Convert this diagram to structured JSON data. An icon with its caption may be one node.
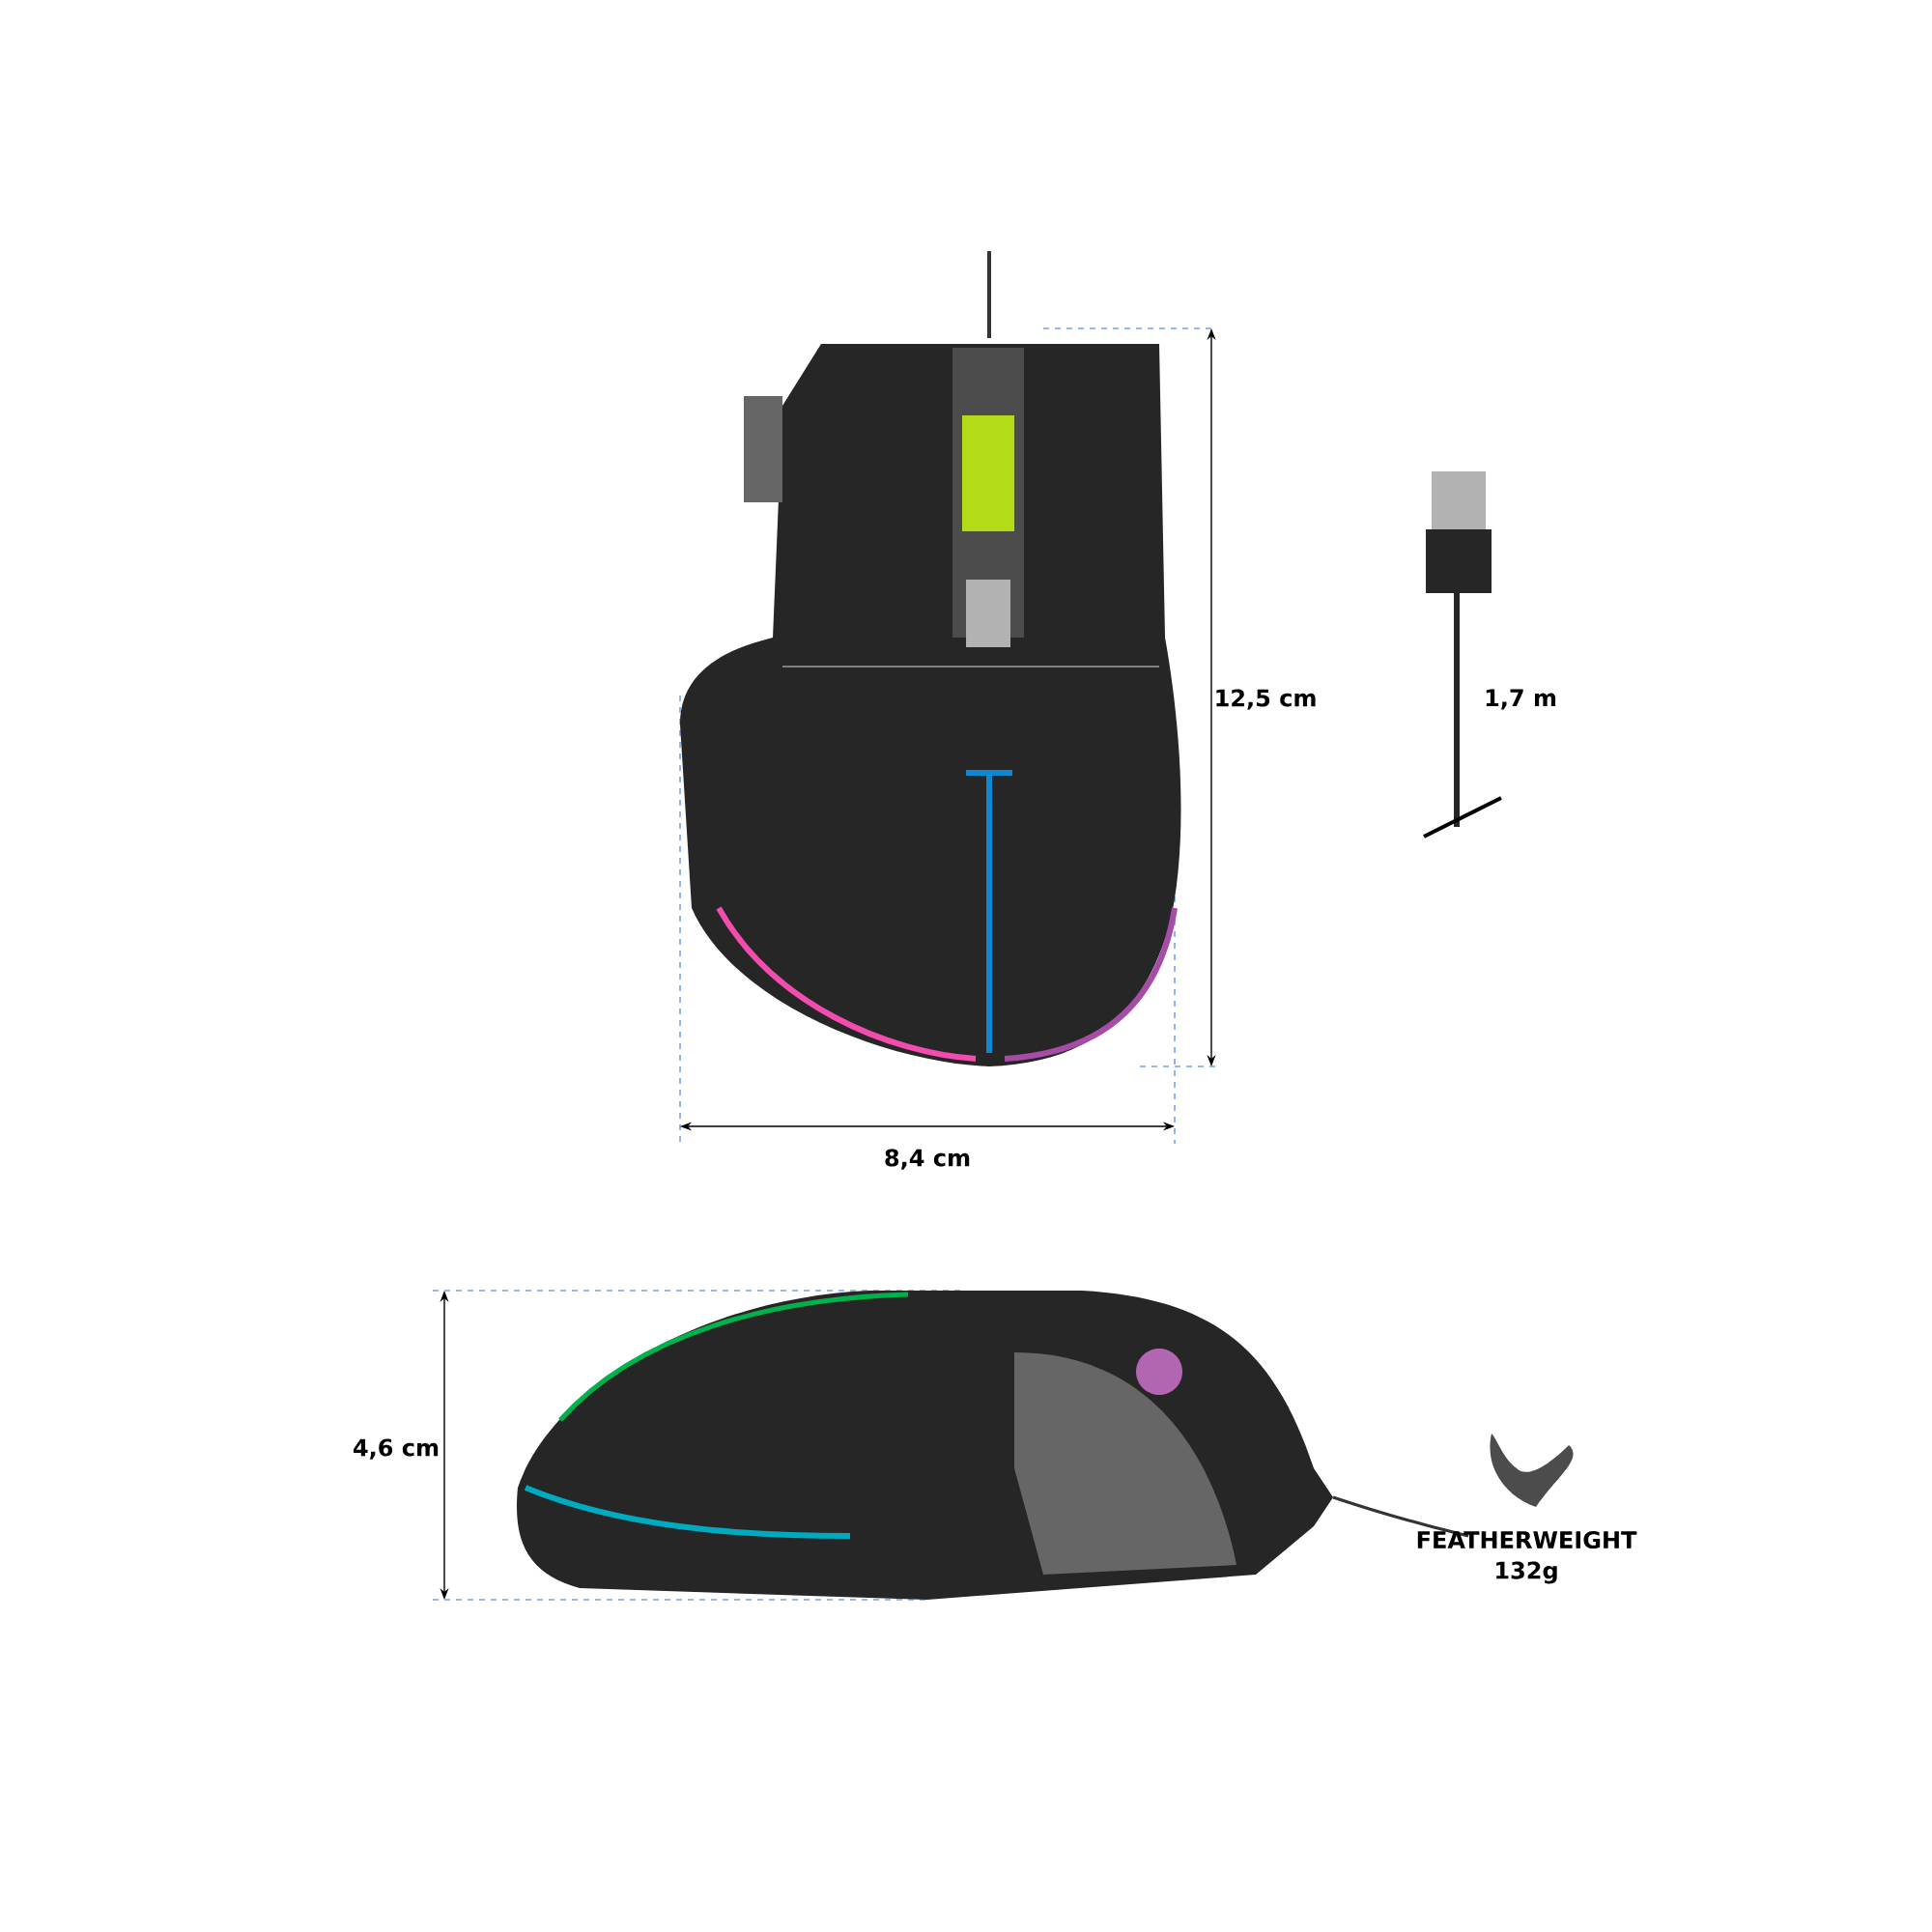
{
  "diagram": {
    "labels": [
      "12,5 cm",
      "1,7 m",
      "8,4 cm",
      "4,6 cm",
      "FEATHERWEIGHT",
      "132g"
    ]
  }
}
